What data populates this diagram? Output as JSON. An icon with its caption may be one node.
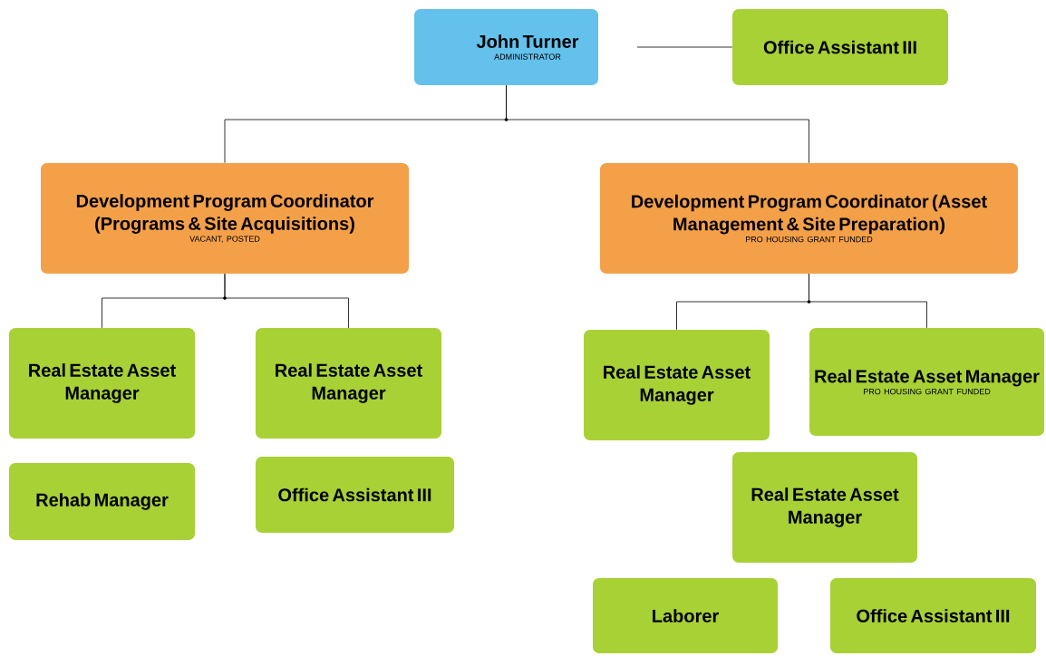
{
  "diagram": {
    "nodes": [
      {
        "text": [
          "John Turner",
          "ADMINISTRATOR"
        ]
      },
      {
        "text": [
          "Office Assistant III"
        ]
      },
      {
        "text": [
          "Development Program Coordinator (Programs & Site Acquisitions)",
          "VACANT, POSTED"
        ]
      },
      {
        "text": [
          "Development Program Coordinator (Asset Management & Site Preparation)",
          "PRO HOUSING GRANT FUNDED"
        ]
      },
      {
        "text": [
          "Real Estate Asset Manager"
        ]
      },
      {
        "text": [
          "Real Estate Asset Manager"
        ]
      },
      {
        "text": [
          "Rehab Manager"
        ]
      },
      {
        "text": [
          "Office Assistant III"
        ]
      },
      {
        "text": [
          "Real Estate Asset Manager"
        ]
      },
      {
        "text": [
          "Real Estate Asset Manager",
          "PRO HOUSING GRANT FUNDED"
        ]
      },
      {
        "text": [
          "Real Estate Asset Manager"
        ]
      },
      {
        "text": [
          "Laborer"
        ]
      },
      {
        "text": [
          "Office Assistant III"
        ]
      }
    ],
    "edges": [
      {
        "from": 0,
        "to": 2,
        "arrow": "none"
      },
      {
        "from": 0,
        "to": 3,
        "arrow": "none"
      },
      {
        "from": 2,
        "to": 4,
        "arrow": "none"
      },
      {
        "from": 2,
        "to": 5,
        "arrow": "none"
      },
      {
        "from": 3,
        "to": 8,
        "arrow": "none"
      },
      {
        "from": 3,
        "to": 9,
        "arrow": "none"
      },
      {
        "from": null,
        "to": 1,
        "arrow": "none"
      }
    ]
  }
}
